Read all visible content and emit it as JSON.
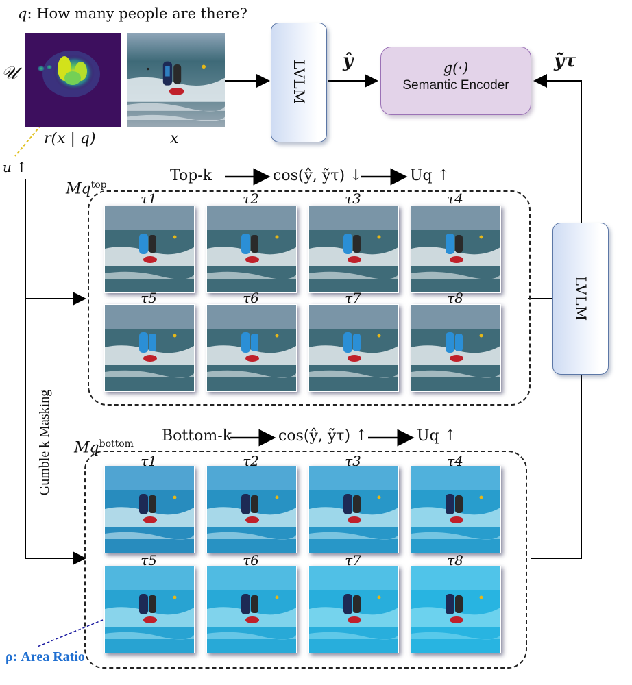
{
  "question": {
    "label": "q",
    "text": ": How many people are there?"
  },
  "uncertainty_symbol": "𝒰",
  "relevance_label": "r(x | q)",
  "image_label": "x",
  "u_label": "u ↑",
  "lvlm_label": "LVLM",
  "y_hat": "ŷ",
  "y_tilde_tau": "ỹτ",
  "encoder": {
    "title": "g(·)",
    "subtitle": "Semantic Encoder"
  },
  "top_group": {
    "mask_label": "Mq",
    "mask_sup": "top",
    "step1": "Top-k",
    "step2": "cos(ŷ, ỹτ) ↓",
    "step3": "Uq ↑",
    "taus": [
      "τ1",
      "τ2",
      "τ3",
      "τ4",
      "τ5",
      "τ6",
      "τ7",
      "τ8"
    ]
  },
  "bottom_group": {
    "mask_label": "Mq",
    "mask_sup": "bottom",
    "step1": "Bottom-k",
    "step2": "cos(ŷ, ỹτ) ↑",
    "step3": "Uq ↑",
    "taus": [
      "τ1",
      "τ2",
      "τ3",
      "τ4",
      "τ5",
      "τ6",
      "τ7",
      "τ8"
    ]
  },
  "gumbel_label": "Gumble k Masking",
  "area_ratio": "ρ: Area Ratio",
  "colors": {
    "lvlm_border": "#5c77a6",
    "encoder_fill": "#e3d3e9",
    "encoder_border": "#9b72b6",
    "heatmap_bg": "#3d0f5e",
    "area_ratio_text": "#1f6fd1",
    "area_ratio_leader": "#1a1aa0",
    "heatmap_leader": "#e0c020"
  }
}
